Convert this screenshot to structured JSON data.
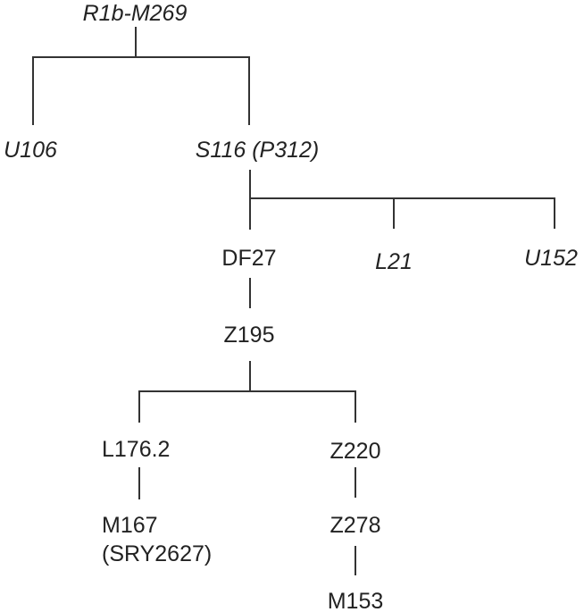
{
  "diagram": {
    "type": "phylogenetic-tree",
    "line_color": "#333333",
    "text_color": "#222222",
    "nodes": {
      "root": {
        "label": "R1b-M269",
        "italic": true
      },
      "u106": {
        "label": "U106",
        "italic": true
      },
      "s116": {
        "label": "S116 (P312)",
        "italic": true
      },
      "df27": {
        "label": "DF27",
        "italic": false
      },
      "l21": {
        "label": "L21",
        "italic": true
      },
      "u152": {
        "label": "U152",
        "italic": true
      },
      "z195": {
        "label": "Z195",
        "italic": false
      },
      "l176": {
        "label": "L176.2",
        "italic": false
      },
      "z220": {
        "label": "Z220",
        "italic": false
      },
      "m167": {
        "label": "M167",
        "italic": false
      },
      "m167_alt": {
        "label": "(SRY2627)",
        "italic": false
      },
      "z278": {
        "label": "Z278",
        "italic": false
      },
      "m153": {
        "label": "M153",
        "italic": false
      }
    },
    "edges": [
      [
        "R1b-M269",
        "U106"
      ],
      [
        "R1b-M269",
        "S116 (P312)"
      ],
      [
        "S116 (P312)",
        "DF27"
      ],
      [
        "S116 (P312)",
        "L21"
      ],
      [
        "S116 (P312)",
        "U152"
      ],
      [
        "DF27",
        "Z195"
      ],
      [
        "Z195",
        "L176.2"
      ],
      [
        "Z195",
        "Z220"
      ],
      [
        "L176.2",
        "M167 (SRY2627)"
      ],
      [
        "Z220",
        "Z278"
      ],
      [
        "Z278",
        "M153"
      ]
    ]
  }
}
